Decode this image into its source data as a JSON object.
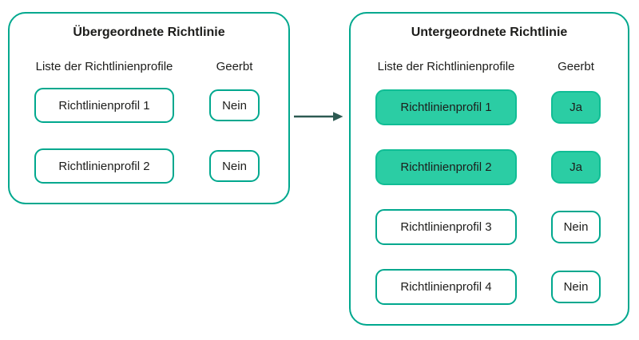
{
  "colors": {
    "border_teal": "#00a88e",
    "fill_green": "#2bcda4",
    "fill_border": "#10bd95",
    "arrow_color": "#2d5a52",
    "text_color": "#1d1d1b"
  },
  "parent_panel": {
    "title": "Übergeordnete Richtlinie",
    "col_profiles_label": "Liste der Richtlinienprofile",
    "col_inherited_label": "Geerbt",
    "rows": [
      {
        "profile": "Richtlinienprofil 1",
        "inherited": "Nein",
        "highlighted": false
      },
      {
        "profile": "Richtlinienprofil 2",
        "inherited": "Nein",
        "highlighted": false
      }
    ]
  },
  "child_panel": {
    "title": "Untergeordnete Richtlinie",
    "col_profiles_label": "Liste der Richtlinienprofile",
    "col_inherited_label": "Geerbt",
    "rows": [
      {
        "profile": "Richtlinienprofil 1",
        "inherited": "Ja",
        "highlighted": true
      },
      {
        "profile": "Richtlinienprofil 2",
        "inherited": "Ja",
        "highlighted": true
      },
      {
        "profile": "Richtlinienprofil 3",
        "inherited": "Nein",
        "highlighted": false
      },
      {
        "profile": "Richtlinienprofil 4",
        "inherited": "Nein",
        "highlighted": false
      }
    ]
  },
  "arrow": {
    "direction": "right",
    "meaning": "parent-to-child-inheritance"
  }
}
